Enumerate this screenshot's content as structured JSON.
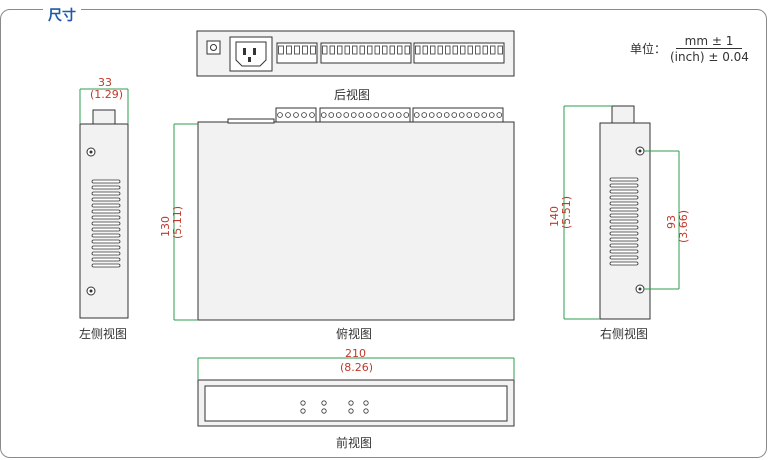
{
  "section_title": "尺寸",
  "unit": {
    "label": "单位：",
    "numerator": "mm ± 1",
    "denominator": "(inch) ± 0.04"
  },
  "views": {
    "rear": "后视图",
    "top": "俯视图",
    "front": "前视图",
    "left": "左侧视图",
    "right": "右侧视图"
  },
  "dimensions": {
    "depth": {
      "mm": "33",
      "inch": "(1.29)"
    },
    "height": {
      "mm": "130",
      "inch": "(5.11)"
    },
    "height_with_bracket": {
      "mm": "140",
      "inch": "(5.51)"
    },
    "hole_spacing": {
      "mm": "93",
      "inch": "(3.66)"
    },
    "width": {
      "mm": "210",
      "inch": "(8.26)"
    }
  },
  "colors": {
    "title": "#1f5aa8",
    "dimension": "#c0392b",
    "dimension_line": "#2e9e4f",
    "outline": "#333333",
    "panel_fill": "#f2f2f2"
  }
}
